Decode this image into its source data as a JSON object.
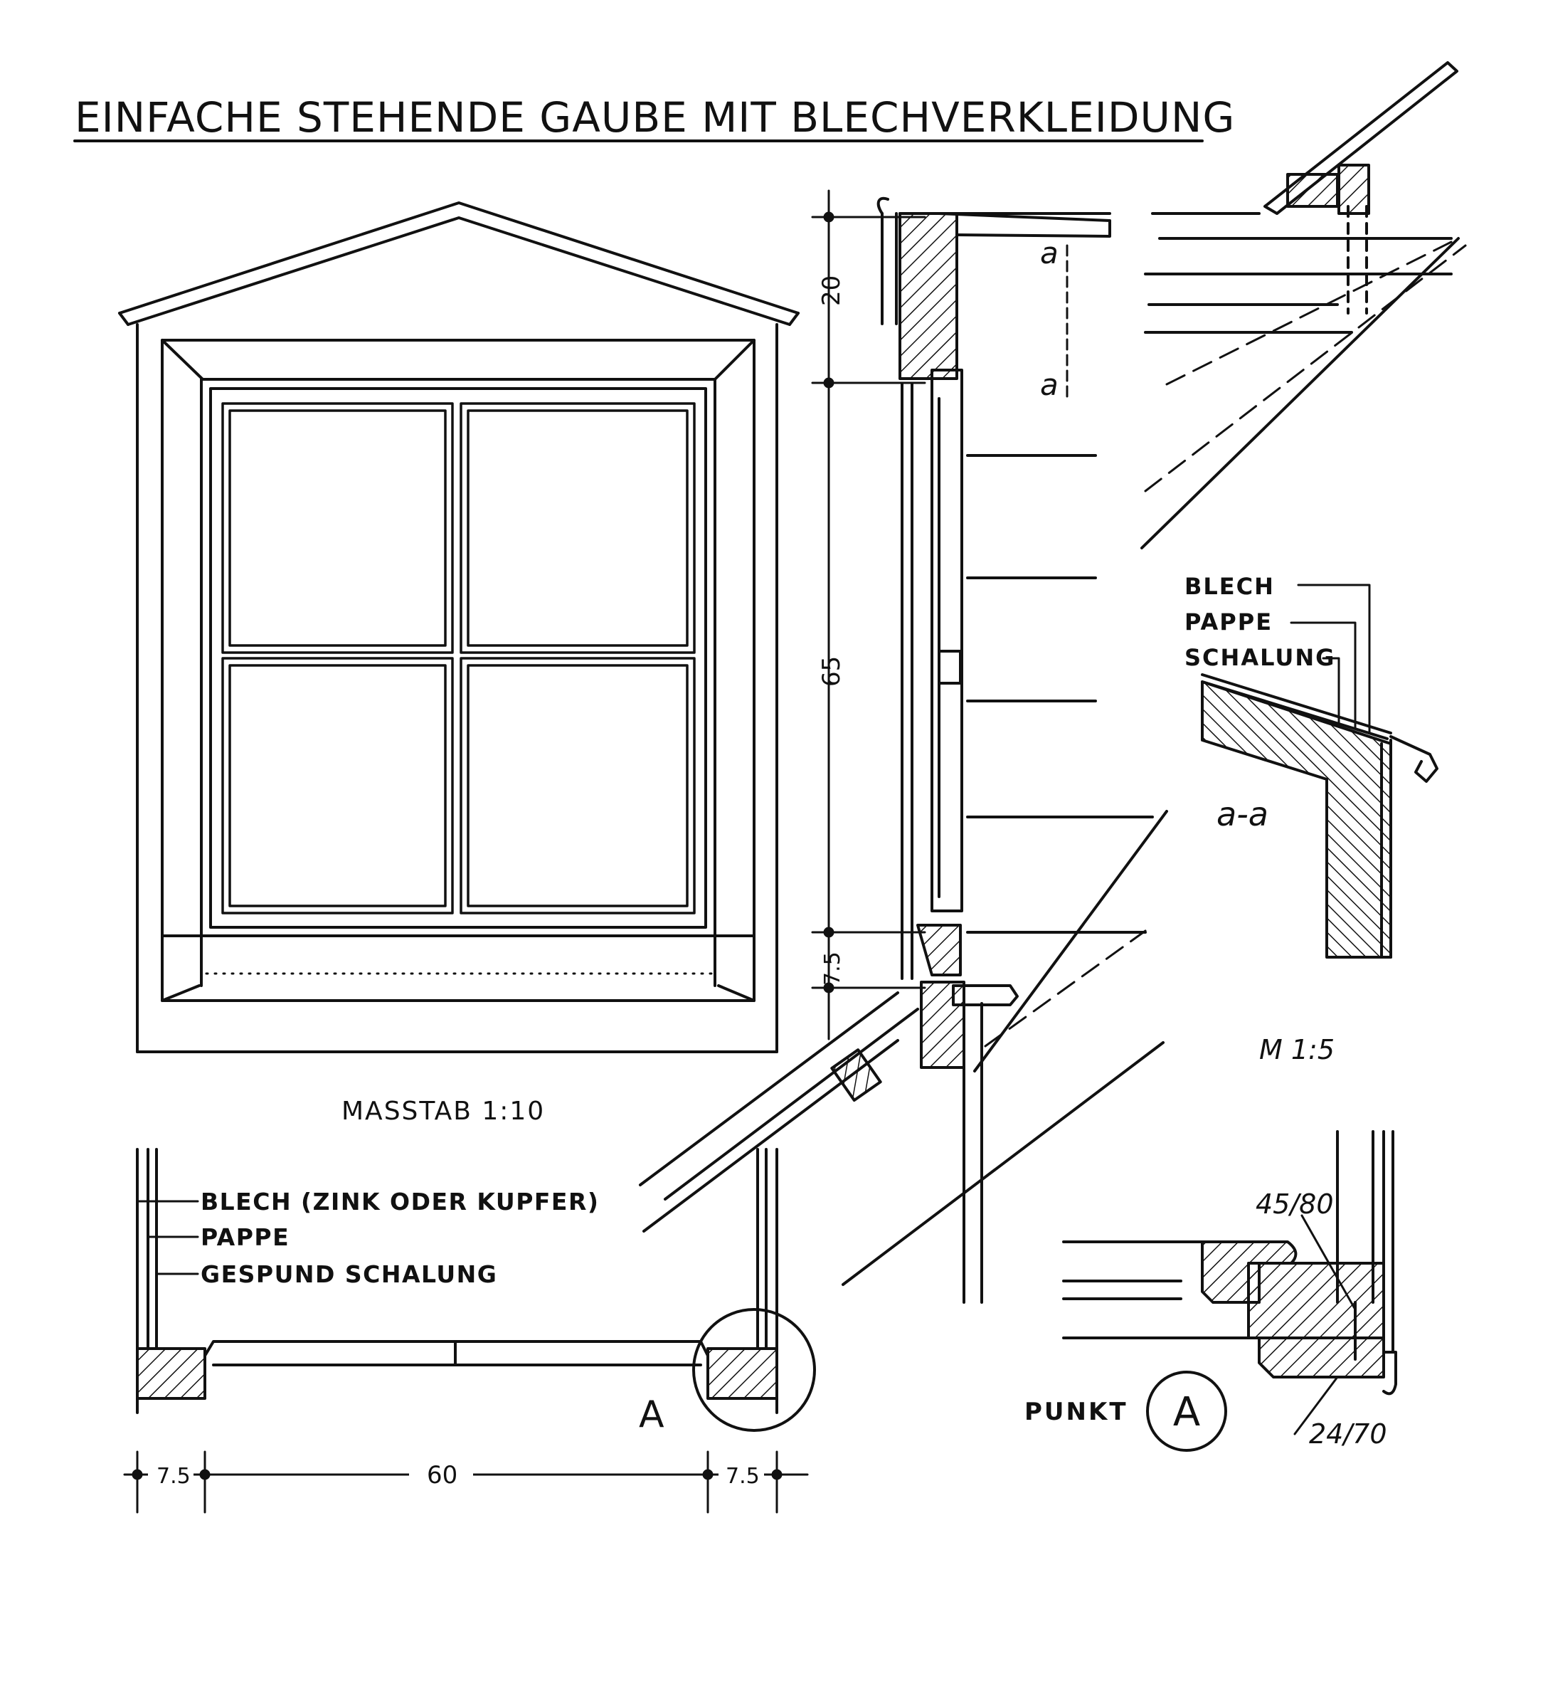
{
  "title": "EINFACHE STEHENDE GAUBE MIT BLECHVERKLEIDUNG",
  "elevation": {
    "scale_label": "MASSTAB 1:10"
  },
  "section": {
    "dim_upper": "20",
    "dim_window": "65",
    "dim_sill": "7.5",
    "cut_marker": "a"
  },
  "detail_aa": {
    "labels": [
      "BLECH",
      "PAPPE",
      "SCHALUNG"
    ],
    "section_name": "a-a",
    "scale_label": "M 1:5"
  },
  "plan": {
    "labels": [
      "BLECH (ZINK ODER KUPFER)",
      "PAPPE",
      "GESPUND SCHALUNG"
    ],
    "dims": [
      "7.5",
      "60",
      "7.5"
    ],
    "detail_marker": "A"
  },
  "detail_A": {
    "label_prefix": "PUNKT",
    "marker": "A",
    "dim_top": "45/80",
    "dim_bottom": "24/70"
  }
}
